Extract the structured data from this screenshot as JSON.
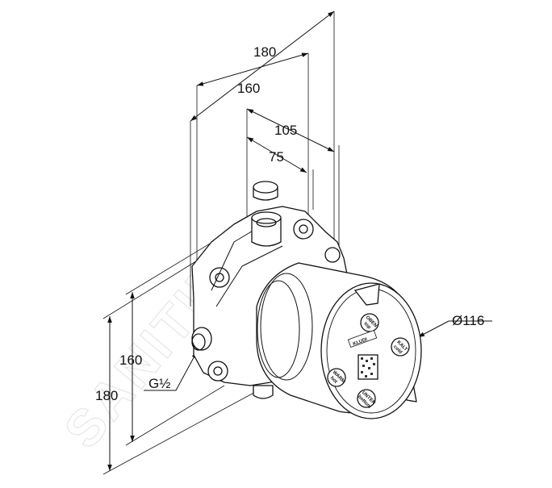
{
  "watermark": "SANITINO",
  "dimensions": {
    "width_overall": "180",
    "width_body": "160",
    "depth_outer": "105",
    "depth_inner": "75",
    "height_body": "160",
    "height_overall": "180",
    "diameter": "Ø116",
    "thread": "G½"
  },
  "dial": {
    "brand": "KLUDI",
    "labels": [
      {
        "line1": "OBEN",
        "line2": "top"
      },
      {
        "line1": "KALT",
        "line2": "cold"
      },
      {
        "line1": "UNTEN",
        "line2": "bottom"
      },
      {
        "line1": "WARM",
        "line2": "hot"
      }
    ]
  }
}
